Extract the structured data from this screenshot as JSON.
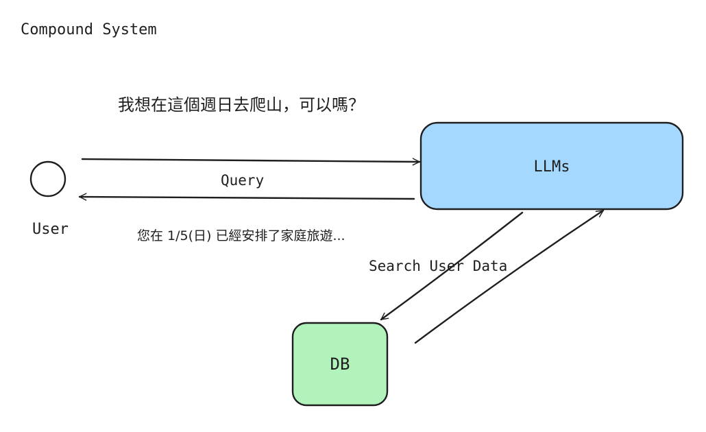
{
  "title": "Compound System",
  "user_question": "我想在這個週日去爬山，可以嗎？",
  "system_answer": "您在 1/5(日) 已經安排了家庭旅遊...",
  "nodes": {
    "user": {
      "label": "User"
    },
    "llms": {
      "label": "LLMs",
      "color": "#a5d8ff"
    },
    "db": {
      "label": "DB",
      "color": "#b2f2bb"
    }
  },
  "edges": {
    "query": {
      "label": "Query"
    },
    "search": {
      "label": "Search User Data"
    }
  },
  "colors": {
    "stroke": "#1e1e1e",
    "llms_fill": "#a5d8ff",
    "db_fill": "#b2f2bb"
  }
}
